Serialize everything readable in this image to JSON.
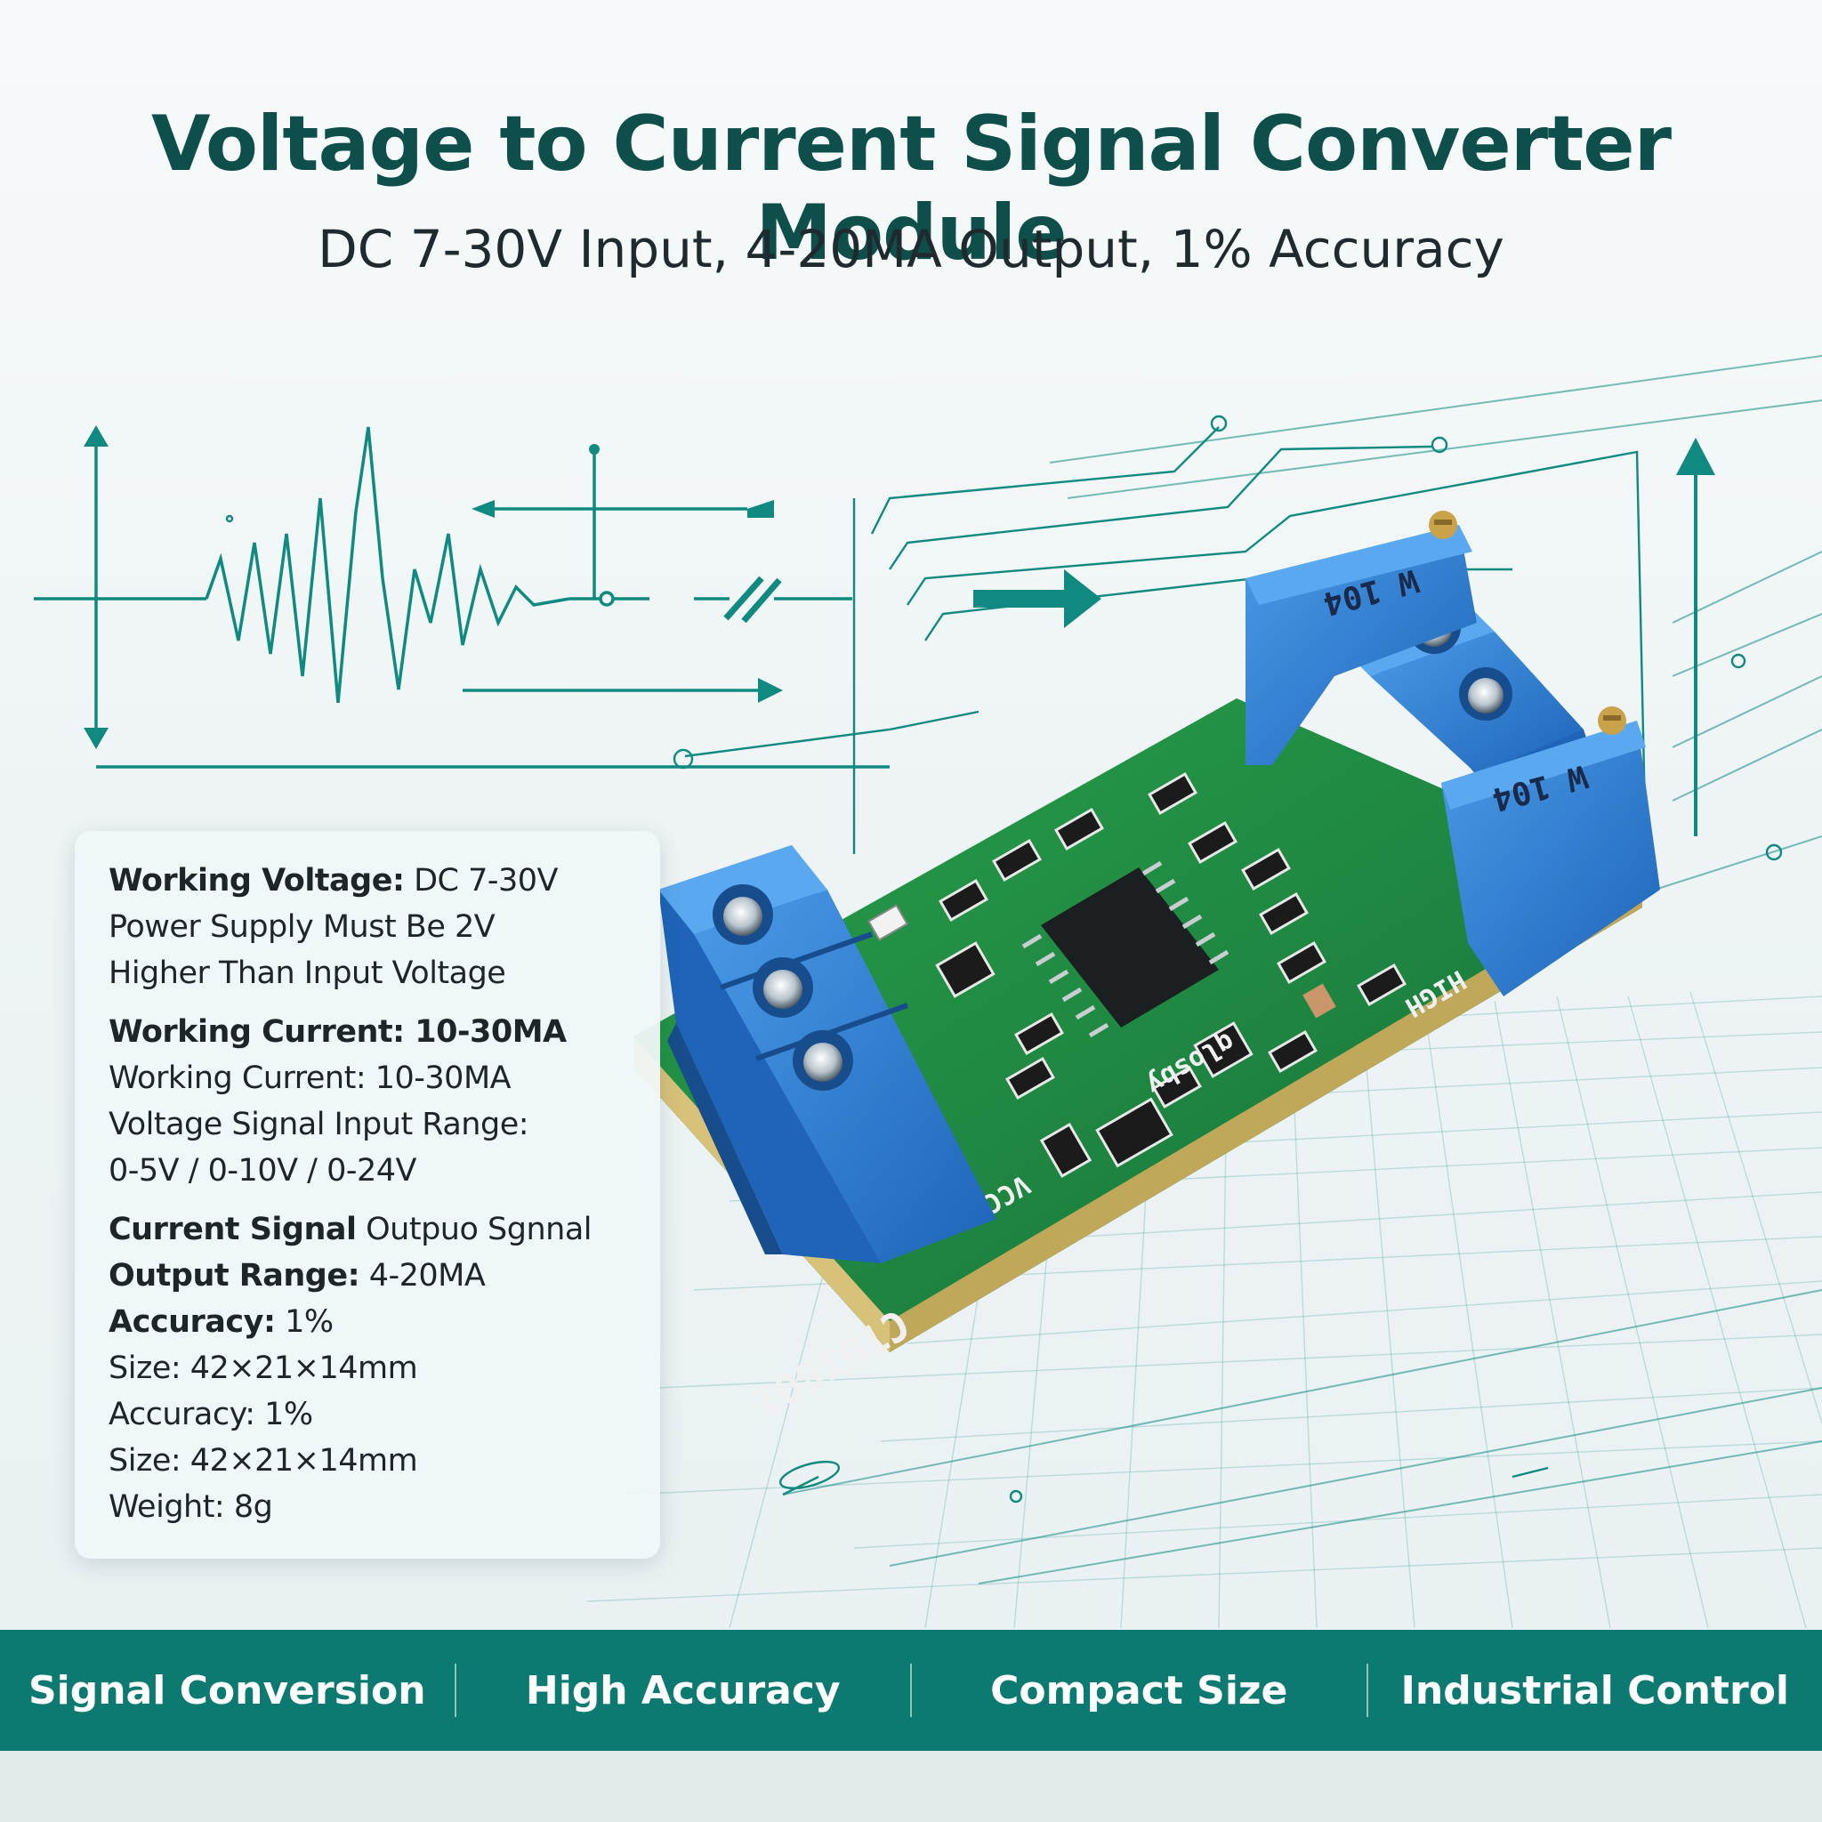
{
  "header": {
    "title": "Voltage to Current Signal Converter Module",
    "subtitle": "DC 7-30V Input, 4-20MA Output, 1% Accuracy"
  },
  "specs": [
    {
      "label": "Working Voltage:",
      "value": " DC 7-30V"
    },
    {
      "label": "",
      "value": "Power Supply Must Be 2V"
    },
    {
      "label": "",
      "value": "Higher Than Input Voltage"
    },
    {
      "label": "Working Current: 10-30MA",
      "value": ""
    },
    {
      "label": "",
      "value": "Working Current:  10-30MA"
    },
    {
      "label": "",
      "value": "Voltage Signal Input Range:"
    },
    {
      "label": "",
      "value": "0-5V / 0-10V / 0-24V"
    },
    {
      "label": "Current Signal",
      "value": " Outpuo Sgnnal"
    },
    {
      "label": "Output Range:",
      "value": " 4-20MA"
    },
    {
      "label": "Accuracy:",
      "value": " 1%"
    },
    {
      "label": "",
      "value": "Size: 42×21×14mm"
    },
    {
      "label": "",
      "value": "Accuracy: 1%"
    },
    {
      "label": "",
      "value": "Size: 42×21×14mm"
    },
    {
      "label": "",
      "value": "Weight: 8g"
    }
  ],
  "features": [
    "Signal Conversion",
    "High Accuracy",
    "Compact Size",
    "Industrial Control"
  ],
  "board": {
    "pot_label": "W 104",
    "pot_label_2": "W 104",
    "text_left": "CTUI8OI",
    "text_vcc": "VCC",
    "text_high": "HIGH",
    "text_mid": "qlosby"
  },
  "colors": {
    "accent": "#0d7a72",
    "title": "#0e4f4c",
    "pcb": "#1f8a3a",
    "terminal": "#2f7fd0"
  },
  "icons": [
    "arrow-up-icon",
    "arrow-down-icon",
    "arrow-right-icon",
    "arrow-left-icon",
    "capacitor-icon"
  ]
}
